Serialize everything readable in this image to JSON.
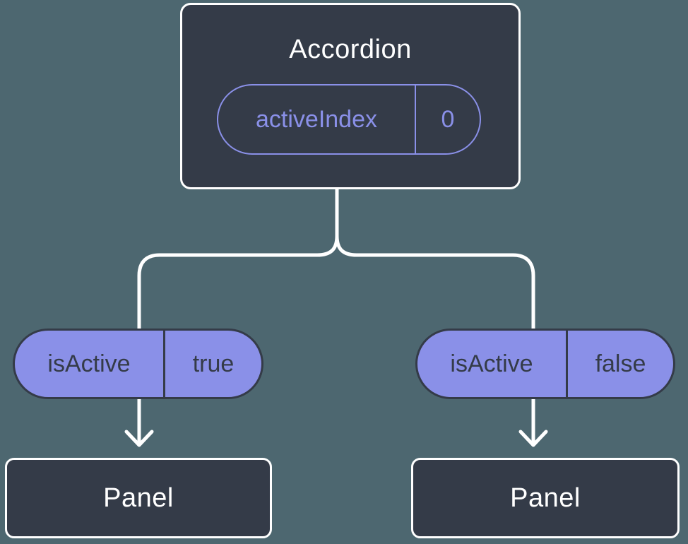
{
  "diagram": {
    "description": "Component tree diagram showing lifted state: Accordion passes isActive props to two Panels",
    "colors": {
      "background": "#4d6770",
      "node_fill": "#343b48",
      "node_border": "#ffffff",
      "accent_purple": "#8a90e8",
      "connector": "#ffffff",
      "pill_text_dark": "#343b48",
      "node_text": "#ffffff"
    },
    "root_node": {
      "title": "Accordion",
      "state_name": "activeIndex",
      "state_value": "0"
    },
    "prop_pills": [
      {
        "name": "isActive",
        "value": "true"
      },
      {
        "name": "isActive",
        "value": "false"
      }
    ],
    "panel_nodes": [
      {
        "title": "Panel"
      },
      {
        "title": "Panel"
      }
    ]
  }
}
